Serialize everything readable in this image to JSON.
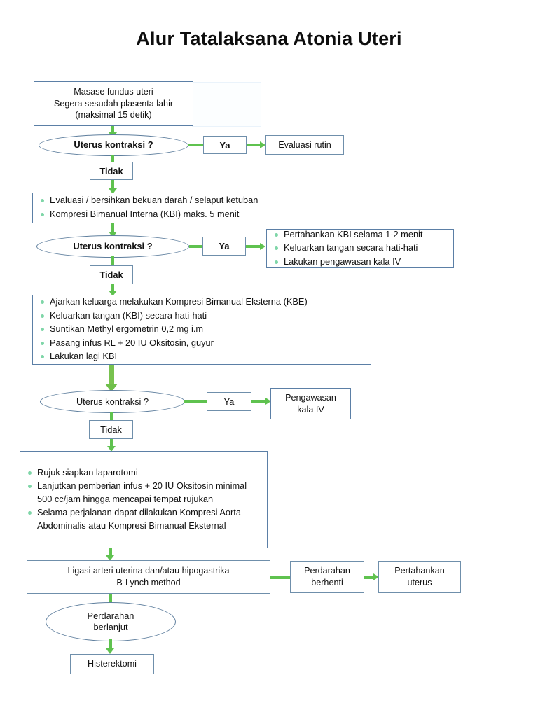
{
  "title": "Alur Tatalaksana Atonia Uteri",
  "nodes": {
    "start": {
      "line1": "Masase fundus uteri",
      "line2": "Segera sesudah plasenta lahir",
      "line3": "(maksimal 15 detik)"
    },
    "decision1": "Uterus kontraksi ?",
    "decision2": "Uterus kontraksi ?",
    "decision3": "Uterus kontraksi ?",
    "evaluasi_rutin": "Evaluasi rutin",
    "pengawasan_kala_iv": {
      "line1": "Pengawasan",
      "line2": "kala IV"
    },
    "ligasi": {
      "line1": "Ligasi arteri uterina dan/atau hipogastrika",
      "line2": "B-Lynch method"
    },
    "perdarahan_berhenti": {
      "line1": "Perdarahan",
      "line2": "berhenti"
    },
    "pertahankan_uterus": {
      "line1": "Pertahankan",
      "line2": "uterus"
    },
    "perdarahan_berlanjut": {
      "line1": "Perdarahan",
      "line2": "berlanjut"
    },
    "histerektomi": "Histerektomi"
  },
  "labels": {
    "ya": "Ya",
    "tidak": "Tidak"
  },
  "lists": {
    "step2": [
      "Evaluasi / bersihkan bekuan darah / selaput ketuban",
      "Kompresi Bimanual Interna (KBI) maks. 5 menit"
    ],
    "yes2_actions": [
      "Pertahankan KBI selama 1-2 menit",
      "Keluarkan tangan secara hati-hati",
      "Lakukan pengawasan kala IV"
    ],
    "step3": [
      "Ajarkan keluarga melakukan Kompresi Bimanual Eksterna (KBE)",
      "Keluarkan tangan (KBI) secara hati-hati",
      "Suntikan Methyl ergometrin 0,2 mg i.m",
      "Pasang infus RL + 20 IU Oksitosin, guyur",
      "Lakukan lagi KBI"
    ],
    "step4": [
      "Rujuk siapkan laparotomi",
      "Lanjutkan pemberian infus + 20 IU Oksitosin minimal 500 cc/jam hingga mencapai tempat rujukan",
      "Selama perjalanan dapat dilakukan Kompresi Aorta Abdominalis atau Kompresi Bimanual Eksternal"
    ]
  },
  "colors": {
    "arrow": "#5fc24f",
    "arrow_big": "#6fbf4a",
    "box_border": "#5b7fa6",
    "bullet": "#7fd6a8",
    "text": "#111111"
  }
}
